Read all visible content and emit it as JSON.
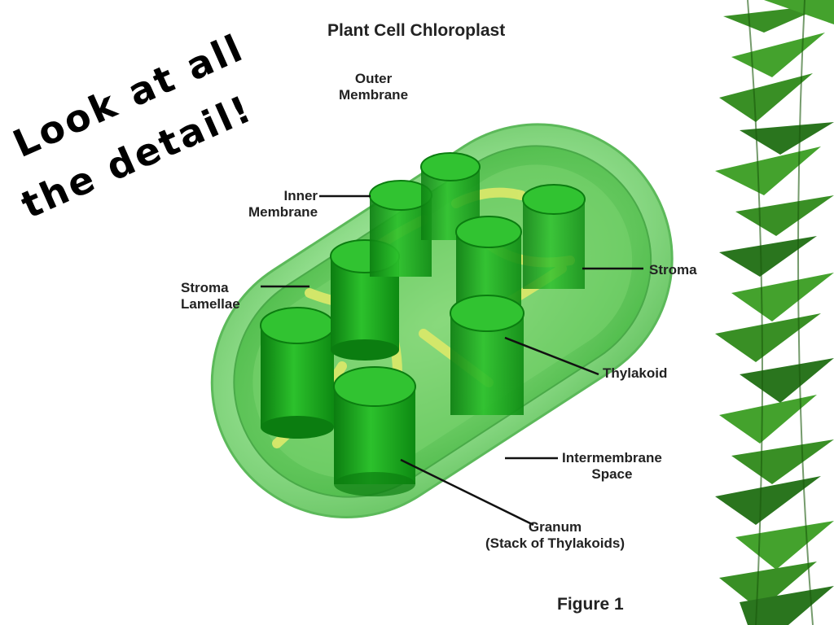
{
  "slide": {
    "callout": [
      "Look at all",
      "the detail!"
    ],
    "figure_caption": "Figure 1"
  },
  "diagram": {
    "title": "Plant Cell Chloroplast",
    "labels": {
      "outer_membrane": [
        "Outer",
        "Membrane"
      ],
      "inner_membrane": [
        "Inner",
        "Membrane"
      ],
      "stroma_lamellae": [
        "Stroma",
        "Lamellae"
      ],
      "stroma": "Stroma",
      "thylakoid": "Thylakoid",
      "intermembrane_space": [
        "Intermembrane",
        "Space"
      ],
      "granum": [
        "Granum",
        "(Stack of Thylakoids)"
      ]
    }
  },
  "colors": {
    "outer_membrane": "#8fdc8a",
    "inner_body": "#5cc957",
    "granum": "#1aa51a",
    "granum_dark": "#0b7d10",
    "lamellae": "#d8e86a",
    "leaf": "#2f8a1a"
  }
}
